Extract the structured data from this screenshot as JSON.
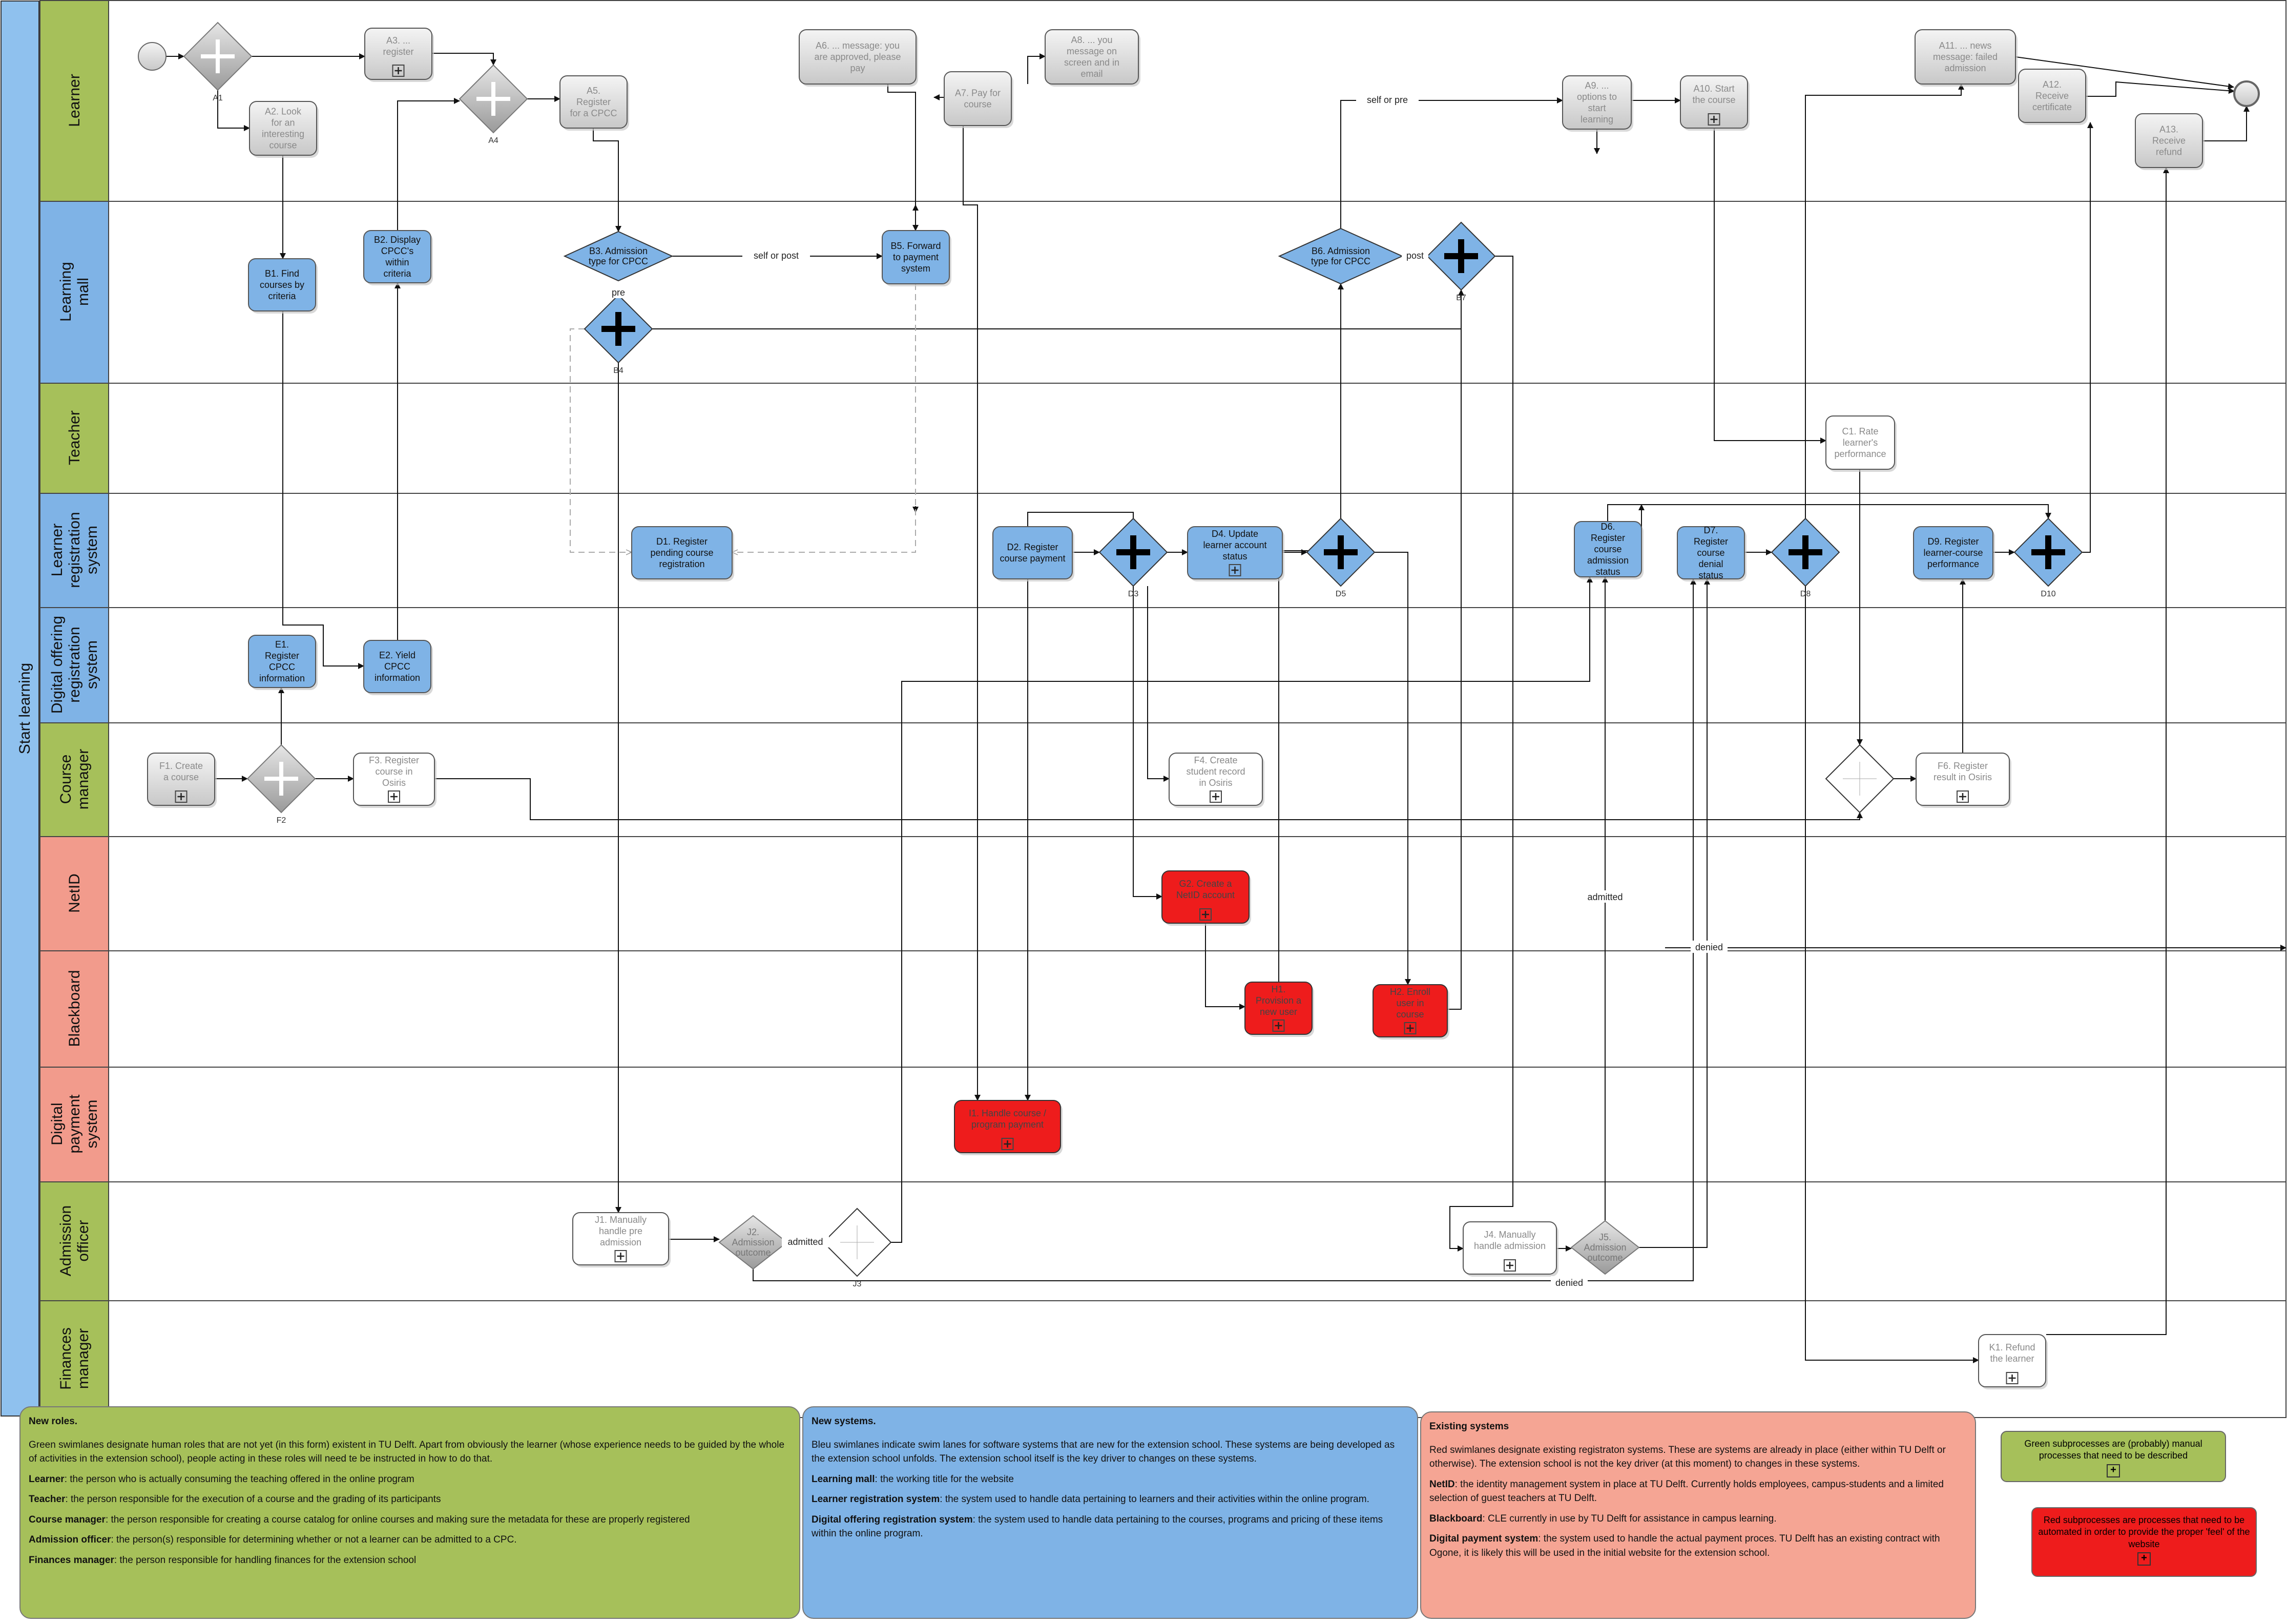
{
  "pool": {
    "title": "Start learning"
  },
  "lanes": [
    {
      "id": "learner",
      "label": "Learner",
      "color": "#a6c05a"
    },
    {
      "id": "mall",
      "label": "Learning mall",
      "color": "#7fb3e6"
    },
    {
      "id": "teacher",
      "label": "Teacher",
      "color": "#a6c05a"
    },
    {
      "id": "lrs",
      "label": "Learner registration system",
      "color": "#7fb3e6"
    },
    {
      "id": "dors",
      "label": "Digital offering registration system",
      "color": "#7fb3e6"
    },
    {
      "id": "cm",
      "label": "Course manager",
      "color": "#a6c05a"
    },
    {
      "id": "netid",
      "label": "NetID",
      "color": "#f29b8c"
    },
    {
      "id": "bb",
      "label": "Blackboard",
      "color": "#f29b8c"
    },
    {
      "id": "dps",
      "label": "Digital payment system",
      "color": "#f29b8c"
    },
    {
      "id": "ao",
      "label": "Admission officer",
      "color": "#a6c05a"
    },
    {
      "id": "fm",
      "label": "Finances manager",
      "color": "#a6c05a"
    }
  ],
  "tasks": [
    {
      "id": "A2",
      "text": "A2. Look for an interesting course",
      "style": "gray"
    },
    {
      "id": "A3",
      "text": "A3. ... register",
      "style": "gray",
      "sub": true
    },
    {
      "id": "A5",
      "text": "A5. Register for a CPCC",
      "style": "gray"
    },
    {
      "id": "A6",
      "text": "A6. ... message: you are approved, please pay",
      "style": "gray"
    },
    {
      "id": "A7",
      "text": "A7. Pay for course",
      "style": "gray"
    },
    {
      "id": "A8",
      "text": "A8. ... you message on screen and in email",
      "style": "gray"
    },
    {
      "id": "A9",
      "text": "A9. ... options to start learning",
      "style": "gray"
    },
    {
      "id": "A10",
      "text": "A10. Start the course",
      "style": "gray",
      "sub": true
    },
    {
      "id": "A11",
      "text": "A11. ... news message: failed admission",
      "style": "gray"
    },
    {
      "id": "A12",
      "text": "A12. Receive certificate",
      "style": "gray"
    },
    {
      "id": "A13",
      "text": "A13. Receive refund",
      "style": "gray"
    },
    {
      "id": "B1",
      "text": "B1. Find courses by criteria",
      "style": "blue"
    },
    {
      "id": "B2",
      "text": "B2. Display CPCC's within criteria",
      "style": "blue"
    },
    {
      "id": "B5",
      "text": "B5. Forward to payment system",
      "style": "blue"
    },
    {
      "id": "C1",
      "text": "C1. Rate learner's performance",
      "style": "white"
    },
    {
      "id": "D1",
      "text": "D1. Register pending course registration",
      "style": "blue"
    },
    {
      "id": "D2",
      "text": "D2. Register course payment",
      "style": "blue"
    },
    {
      "id": "D4",
      "text": "D4. Update learner account status",
      "style": "blue",
      "sub": true
    },
    {
      "id": "D6",
      "text": "D6. Register course admission status",
      "style": "blue"
    },
    {
      "id": "D7",
      "text": "D7. Register course denial status",
      "style": "blue"
    },
    {
      "id": "D9",
      "text": "D9. Register learner-course performance",
      "style": "blue"
    },
    {
      "id": "E1",
      "text": "E1. Register CPCC information",
      "style": "blue"
    },
    {
      "id": "E2",
      "text": "E2. Yield CPCC information",
      "style": "blue"
    },
    {
      "id": "F1",
      "text": "F1. Create a course",
      "style": "gray",
      "sub": true
    },
    {
      "id": "F3",
      "text": "F3. Register course in Osiris",
      "style": "white",
      "sub": true
    },
    {
      "id": "F4",
      "text": "F4. Create student record in Osiris",
      "style": "white",
      "sub": true
    },
    {
      "id": "F6",
      "text": "F6. Register result in Osiris",
      "style": "white",
      "sub": true
    },
    {
      "id": "G2",
      "text": "G2. Create a NetID account",
      "style": "red",
      "sub": true
    },
    {
      "id": "H1",
      "text": "H1. Provision a new user",
      "style": "red",
      "sub": true
    },
    {
      "id": "H2",
      "text": "H2. Enroll user in course",
      "style": "red",
      "sub": true
    },
    {
      "id": "I1",
      "text": "I1. Handle course / program payment",
      "style": "red",
      "sub": true
    },
    {
      "id": "J1",
      "text": "J1. Manually handle pre admission",
      "style": "white",
      "sub": true
    },
    {
      "id": "J4",
      "text": "J4. Manually handle admission",
      "style": "white",
      "sub": true
    },
    {
      "id": "K1",
      "text": "K1. Refund the learner",
      "style": "white",
      "sub": true
    }
  ],
  "gateways": [
    {
      "id": "A1",
      "label": "A1",
      "kind": "parallel",
      "style": "gray"
    },
    {
      "id": "A4",
      "label": "A4",
      "kind": "parallel",
      "style": "gray"
    },
    {
      "id": "B3",
      "label": "",
      "kind": "decision",
      "style": "blue",
      "text": "B3. Admission type for CPCC"
    },
    {
      "id": "B4",
      "label": "B4",
      "kind": "parallel",
      "style": "blue"
    },
    {
      "id": "B6",
      "label": "",
      "kind": "decision",
      "style": "blue",
      "text": "B6. Admission type for CPCC"
    },
    {
      "id": "B7",
      "label": "B7",
      "kind": "parallel",
      "style": "blue"
    },
    {
      "id": "D3",
      "label": "D3",
      "kind": "parallel",
      "style": "blue"
    },
    {
      "id": "D5",
      "label": "D5",
      "kind": "parallel",
      "style": "blue"
    },
    {
      "id": "D8",
      "label": "D8",
      "kind": "parallel",
      "style": "blue"
    },
    {
      "id": "D10",
      "label": "D10",
      "kind": "parallel",
      "style": "blue"
    },
    {
      "id": "F2",
      "label": "F2",
      "kind": "parallel",
      "style": "gray"
    },
    {
      "id": "F5",
      "label": "",
      "kind": "parallel",
      "style": "white"
    },
    {
      "id": "J2",
      "label": "",
      "kind": "decision",
      "style": "gray",
      "text": "J2. Admission outcome"
    },
    {
      "id": "J3",
      "label": "J3",
      "kind": "parallel",
      "style": "white"
    },
    {
      "id": "J5",
      "label": "",
      "kind": "decision",
      "style": "gray",
      "text": "J5. Admission outcome"
    }
  ],
  "flow_labels": {
    "self_or_post": "self or post",
    "pre": "pre",
    "self_or_pre": "self or pre",
    "post": "post",
    "admitted": "admitted",
    "denied": "denied"
  },
  "legend": {
    "green": {
      "title": "New roles.",
      "intro": "Green swimlanes designate human roles that are not yet (in this form) existent in TU Delft. Apart from obviously the learner (whose experience needs to be guided by the whole of activities in the extension school), people acting in these roles will need te be instructed in how to do that.",
      "items": [
        {
          "term": "Learner",
          "desc": ": the person who is actually consuming the teaching offered in the online program"
        },
        {
          "term": "Teacher",
          "desc": ": the person responsible for the execution of a course and the grading of its participants"
        },
        {
          "term": "Course manager",
          "desc": ": the person responsible for creating a course catalog for online courses and making sure the metadata for these are properly registered"
        },
        {
          "term": "Admission officer",
          "desc": ": the person(s) responsible for determining whether or not a learner can be admitted to a CPC."
        },
        {
          "term": "Finances manager",
          "desc": ": the person responsible for handling finances for the extension school"
        }
      ]
    },
    "blue": {
      "title": "New systems.",
      "intro": "Bleu swimlanes indicate swim lanes for software systems that are new for the extension school. These systems are being developed as the extension school unfolds. The extension school itself is the key driver to changes on these systems.",
      "items": [
        {
          "term": "Learning mall",
          "desc": ": the working title for the website"
        },
        {
          "term": "Learner registration system",
          "desc": ": the system used to handle data pertaining to learners and their activities within the online program."
        },
        {
          "term": "Digital offering registration system",
          "desc": ": the system used to handle data pertaining to the courses, programs and pricing of these items within the online program."
        }
      ]
    },
    "red": {
      "title": "Existing systems",
      "intro": "Red swimlanes designate existing registraton systems. These are systems are already in place (either within TU Delft or otherwise). The extension school is not the key driver (at this moment) to changes in these systems.",
      "items": [
        {
          "term": "NetID",
          "desc": ": the identity management system in place at TU Delft. Currently holds employees, campus-students and a limited selection of guest teachers at TU Delft."
        },
        {
          "term": "Blackboard",
          "desc": ": CLE currently in use by TU Delft for assistance in campus learning."
        },
        {
          "term": "Digital payment system",
          "desc": ": the system used to handle the actual payment proces. TU Delft has an existing contract with Ogone, it is likely this will be used in the initial website for the extension school."
        }
      ]
    },
    "key_green": "Green subprocesses are (probably) manual processes that need to be described",
    "key_red": "Red subprocesses are processes that need to be automated in order to provide the proper 'feel' of the website"
  },
  "colors": {
    "green_lane": "#a6c05a",
    "blue_lane": "#7fb3e6",
    "red_lane": "#f29b8c",
    "pool_bar": "#8fc1ee",
    "task_blue": "#7fb3e6",
    "task_red": "#ee1c1c",
    "task_gray": "#d9d9d9",
    "gw_blue": "#7fb3e6",
    "gw_gray": "#b3b3b3"
  }
}
